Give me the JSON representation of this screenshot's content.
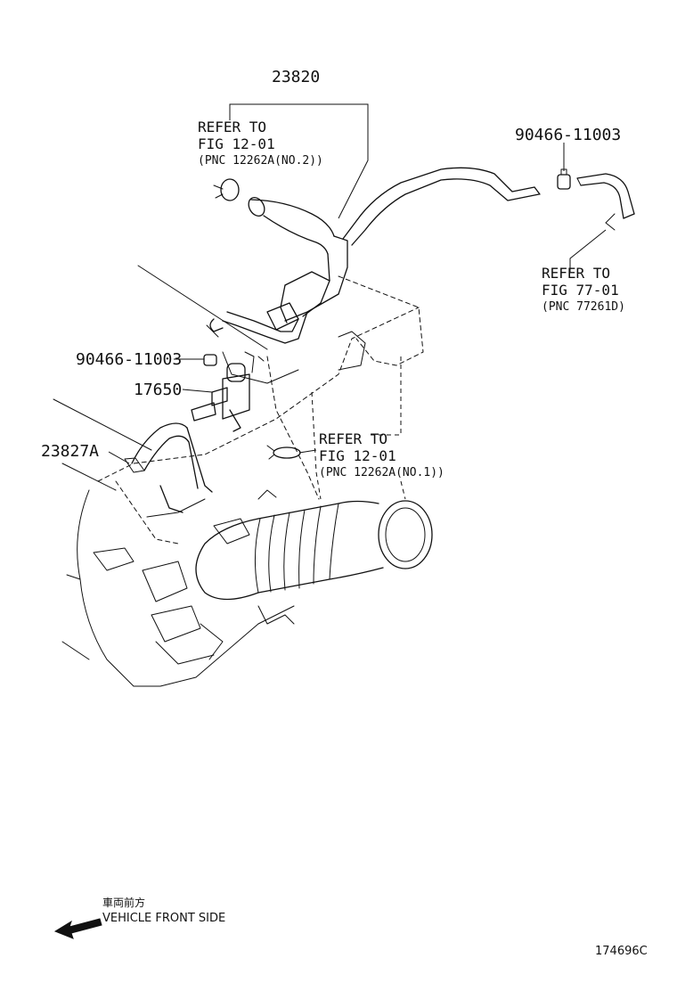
{
  "labels": {
    "pn_23820": "23820",
    "pn_90466_top": "90466-11003",
    "pn_90466_left": "90466-11003",
    "pn_17650": "17650",
    "pn_23827a": "23827A"
  },
  "references": {
    "ref_a": {
      "line1": "REFER TO",
      "line2": "FIG 12-01",
      "line3": "(PNC 12262A(NO.2))"
    },
    "ref_b": {
      "line1": "REFER TO",
      "line2": "FIG 77-01",
      "line3": "(PNC 77261D)"
    },
    "ref_c": {
      "line1": "REFER TO",
      "line2": "FIG 12-01",
      "line3": "(PNC 12262A(NO.1))"
    }
  },
  "orientation": {
    "japanese": "車両前方",
    "english": "VEHICLE FRONT SIDE",
    "arrow_icon": "left-arrow-icon"
  },
  "figure_code": "174696C",
  "colors": {
    "ink": "#111111",
    "background": "#ffffff"
  }
}
